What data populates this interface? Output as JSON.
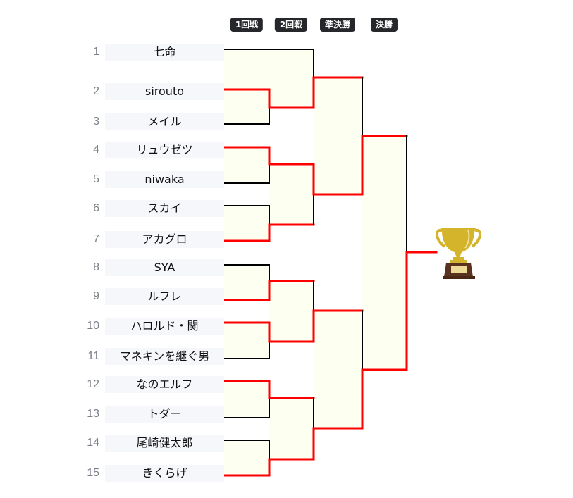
{
  "rounds": [
    {
      "label": "1回戦"
    },
    {
      "label": "2回戦"
    },
    {
      "label": "準決勝"
    },
    {
      "label": "決勝"
    }
  ],
  "players": [
    {
      "seed": "1",
      "name": "七命"
    },
    {
      "seed": "2",
      "name": "sirouto"
    },
    {
      "seed": "3",
      "name": "メイル"
    },
    {
      "seed": "4",
      "name": "リュウゼツ"
    },
    {
      "seed": "5",
      "name": "niwaka"
    },
    {
      "seed": "6",
      "name": "スカイ"
    },
    {
      "seed": "7",
      "name": "アカグロ"
    },
    {
      "seed": "8",
      "name": "SYA"
    },
    {
      "seed": "9",
      "name": "ルフレ"
    },
    {
      "seed": "10",
      "name": "ハロルド・関"
    },
    {
      "seed": "11",
      "name": "マネキンを継ぐ男"
    },
    {
      "seed": "12",
      "name": "なのエルフ"
    },
    {
      "seed": "13",
      "name": "トダー"
    },
    {
      "seed": "14",
      "name": "尾崎健太郎"
    },
    {
      "seed": "15",
      "name": "きくらげ"
    }
  ],
  "results": {
    "round1_winners": [
      2,
      4,
      7,
      9,
      10,
      12,
      15
    ],
    "round2_winners": [
      2,
      4,
      10,
      15
    ],
    "semifinal_winners": [
      4,
      15
    ],
    "champion": 15
  },
  "colors": {
    "win_line": "#ff0000",
    "line": "#000000",
    "match_fill": "#fdfff0",
    "name_bg": "#f6f7fb",
    "badge_bg": "#25272b",
    "trophy_gold": "#d4b42a",
    "trophy_base": "#5a3220"
  },
  "icons": {
    "champion": "trophy-icon"
  }
}
